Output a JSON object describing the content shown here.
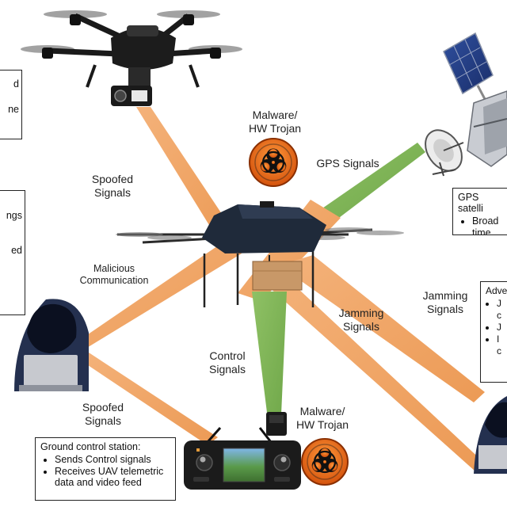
{
  "labels": {
    "spoofed_top": "Spoofed\nSignals",
    "malware_top": "Malware/\nHW Trojan",
    "gps_signals": "GPS Signals",
    "malicious_comm": "Malicious\nCommunication",
    "jamming_mid": "Jamming\nSignals",
    "jamming_right": "Jamming\nSignals",
    "control_signals": "Control\nSignals",
    "spoofed_bottom": "Spoofed\nSignals",
    "malware_bottom": "Malware/\nHW Trojan"
  },
  "boxes": {
    "top_left": {
      "lines": [
        "d",
        "",
        "ne"
      ]
    },
    "mid_left": {
      "lines": [
        "ngs",
        "",
        "ed"
      ]
    },
    "gps_satellite": {
      "title": "GPS satelli",
      "items": [
        "Broad",
        "time."
      ]
    },
    "adversary_right": {
      "title": "Adve",
      "items": [
        "J",
        "c",
        "J",
        "I",
        "c"
      ]
    },
    "ground_station": {
      "title": "Ground control station:",
      "items": [
        "Sends Control signals",
        "Receives UAV telemetric data and video feed"
      ]
    }
  },
  "colors": {
    "orange_beam": "#f0a868",
    "green_beam": "#7fb35a",
    "hazard_orange": "#e8671e",
    "drone_dark": "#1f2a3a",
    "hood_blue": "#24304f"
  }
}
